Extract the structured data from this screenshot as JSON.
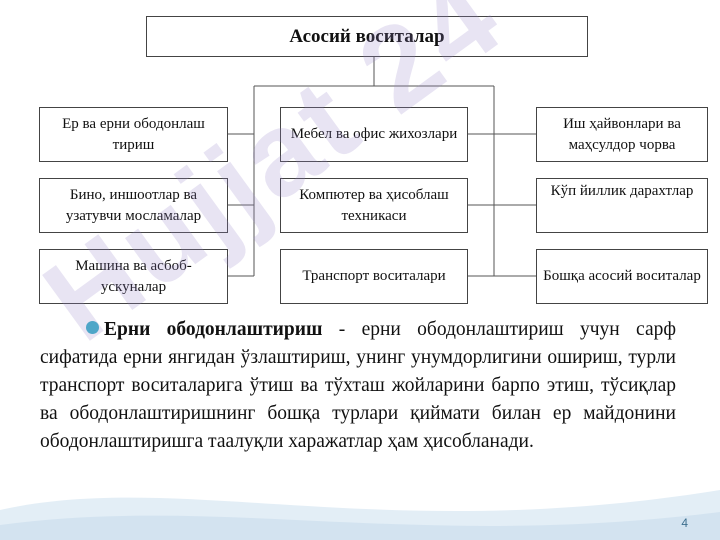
{
  "diagram": {
    "root_label": "Асосий воситалар",
    "left_column": [
      "Ер ва ерни ободонлаш тириш",
      "Бино, иншоотлар ва узатувчи мосламалар",
      "Машина ва асбоб-ускуналар"
    ],
    "middle_column": [
      "Мебел ва офис жихозлари",
      "Компютер ва ҳисоблаш техникаси",
      "Транспорт воситалари"
    ],
    "right_column": [
      "Иш ҳайвонлари ва маҳсулдор чорва",
      "Кўп йиллик дарахтлар",
      "Бошқа асосий воситалар"
    ]
  },
  "paragraph": {
    "term": "Ерни ободонлаштириш",
    "separator": " - ",
    "body": "ерни ободонлаштириш учун сарф сифатида ерни янгидан ўзлаштириш, унинг унумдорлигини ошириш, турли транспорт воситаларига ўтиш ва тўхташ жойларини барпо этиш, тўсиқлар ва ободонлаштиришнинг бошқа турлари қиймати билан ер майдонини ободонлаштиришга таалуқли харажатлар ҳам ҳисобланади."
  },
  "watermark_text": "Hujjat 24",
  "page_number": "4",
  "colors": {
    "bullet": "#3ab0c8",
    "wave": "#dceaf4",
    "watermark": "#9682c8"
  }
}
